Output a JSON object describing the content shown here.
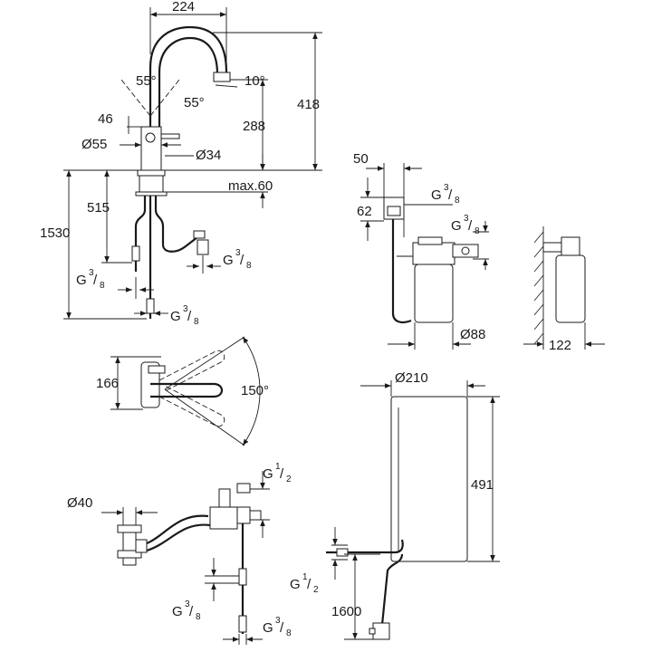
{
  "colors": {
    "line": "#1a1a1a",
    "background": "#ffffff"
  },
  "faucet": {
    "reach": "224",
    "spout_angle_left": "55°",
    "spout_angle_right": "55°",
    "tilt_angle": "10°",
    "total_height": "418",
    "spout_height": "288",
    "lever_offset": "46",
    "base_diameter": "Ø55",
    "hole_diameter": "Ø34",
    "deck_thickness": "max.60",
    "hose_length": "1530",
    "connector_length": "515",
    "connection_left": {
      "base": "G",
      "frac_top": "3",
      "frac_bottom": "8"
    },
    "connection_right": {
      "base": "G",
      "frac_top": "3",
      "frac_bottom": "8"
    },
    "connection_bottom": {
      "base": "G",
      "frac_top": "3",
      "frac_bottom": "8"
    }
  },
  "filter": {
    "head_width": "50",
    "head_height": "62",
    "inlet": {
      "base": "G",
      "frac_top": "3",
      "frac_bottom": "8"
    },
    "outlet": {
      "base": "G",
      "frac_top": "3",
      "frac_bottom": "8"
    },
    "diameter": "Ø88",
    "wall_depth": "122"
  },
  "top_view": {
    "depth": "166",
    "swivel_angle": "150°"
  },
  "valve": {
    "drain_diameter": "Ø40",
    "supply": {
      "base": "G",
      "frac_top": "1",
      "frac_bottom": "2"
    },
    "lower_left": {
      "base": "G",
      "frac_top": "3",
      "frac_bottom": "8"
    },
    "lower_right": {
      "base": "G",
      "frac_top": "3",
      "frac_bottom": "8"
    }
  },
  "boiler": {
    "diameter": "Ø210",
    "height": "491",
    "connection": {
      "base": "G",
      "frac_top": "1",
      "frac_bottom": "2"
    },
    "cable_length": "1600"
  }
}
